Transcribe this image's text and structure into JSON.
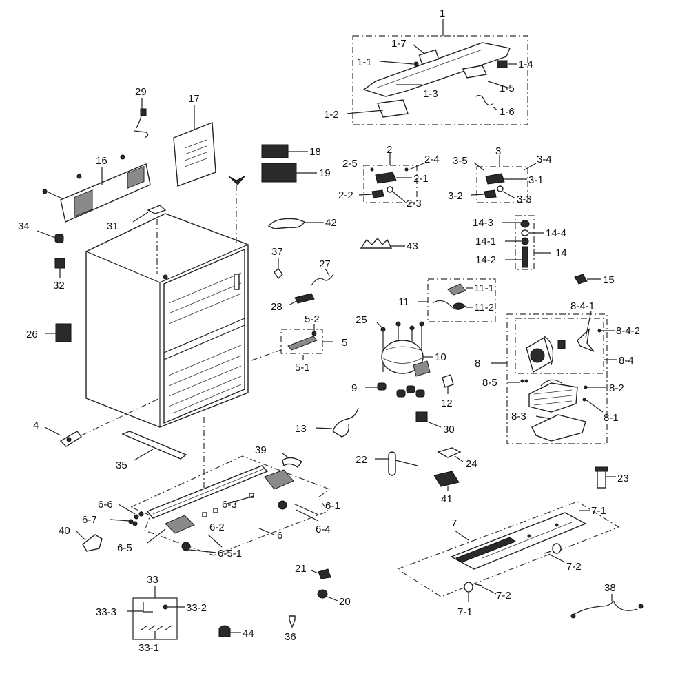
{
  "labels": {
    "p1": "1",
    "p1_1": "1-1",
    "p1_2": "1-2",
    "p1_3": "1-3",
    "p1_4": "1-4",
    "p1_5": "1-5",
    "p1_6": "1-6",
    "p1_7": "1-7",
    "p2": "2",
    "p2_1": "2-1",
    "p2_2": "2-2",
    "p2_3": "2-3",
    "p2_4": "2-4",
    "p2_5": "2-5",
    "p3": "3",
    "p3_1": "3-1",
    "p3_2": "3-2",
    "p3_3": "3-3",
    "p3_4": "3-4",
    "p3_5": "3-5",
    "p4": "4",
    "p5": "5",
    "p5_1": "5-1",
    "p5_2": "5-2",
    "p6": "6",
    "p6_1": "6-1",
    "p6_2": "6-2",
    "p6_3": "6-3",
    "p6_4": "6-4",
    "p6_5": "6-5",
    "p6_5_1": "6-5-1",
    "p6_6": "6-6",
    "p6_7": "6-7",
    "p7": "7",
    "p7_1a": "7-1",
    "p7_1b": "7-1",
    "p7_2a": "7-2",
    "p7_2b": "7-2",
    "p8": "8",
    "p8_1": "8-1",
    "p8_2": "8-2",
    "p8_3": "8-3",
    "p8_4": "8-4",
    "p8_4_1": "8-4-1",
    "p8_4_2": "8-4-2",
    "p8_5": "8-5",
    "p9": "9",
    "p10": "10",
    "p11": "11",
    "p11_1": "11-1",
    "p11_2": "11-2",
    "p12": "12",
    "p13": "13",
    "p14": "14",
    "p14_1": "14-1",
    "p14_2": "14-2",
    "p14_3": "14-3",
    "p14_4": "14-4",
    "p15": "15",
    "p16": "16",
    "p17": "17",
    "p18": "18",
    "p19": "19",
    "p20": "20",
    "p21": "21",
    "p22": "22",
    "p23": "23",
    "p24": "24",
    "p25": "25",
    "p26": "26",
    "p27": "27",
    "p28": "28",
    "p29": "29",
    "p30": "30",
    "p31": "31",
    "p32": "32",
    "p33": "33",
    "p33_1": "33-1",
    "p33_2": "33-2",
    "p33_3": "33-3",
    "p34": "34",
    "p35": "35",
    "p36": "36",
    "p37": "37",
    "p38": "38",
    "p39": "39",
    "p40": "40",
    "p41": "41",
    "p42": "42",
    "p43": "43",
    "p44": "44"
  }
}
